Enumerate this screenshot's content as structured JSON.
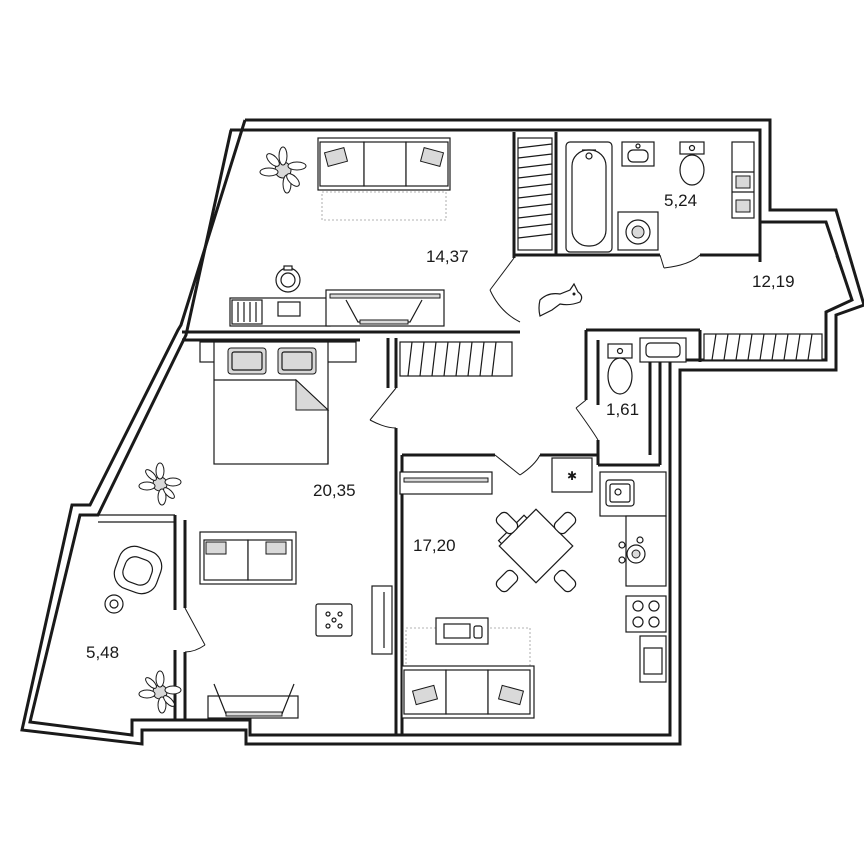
{
  "plan": {
    "rooms": [
      {
        "id": "living-room",
        "area": "14,37"
      },
      {
        "id": "bathroom",
        "area": "5,24"
      },
      {
        "id": "hall",
        "area": "12,19"
      },
      {
        "id": "bedroom",
        "area": "20,35"
      },
      {
        "id": "toilet",
        "area": "1,61"
      },
      {
        "id": "kitchen",
        "area": "17,20"
      },
      {
        "id": "balcony",
        "area": "5,48"
      }
    ],
    "colors": {
      "line": "#1a1a1a",
      "fill": "#ffffff",
      "accent": "#d9d9d9",
      "background": "#ffffff"
    },
    "icons": [
      "plant-icon",
      "sofa-icon",
      "bed-icon",
      "bathtub-icon",
      "toilet-icon",
      "sink-icon",
      "washing-machine-icon",
      "stove-icon",
      "dining-table-icon",
      "armchair-icon",
      "cat-icon",
      "desk-icon",
      "wardrobe-icon",
      "door-icon"
    ]
  }
}
